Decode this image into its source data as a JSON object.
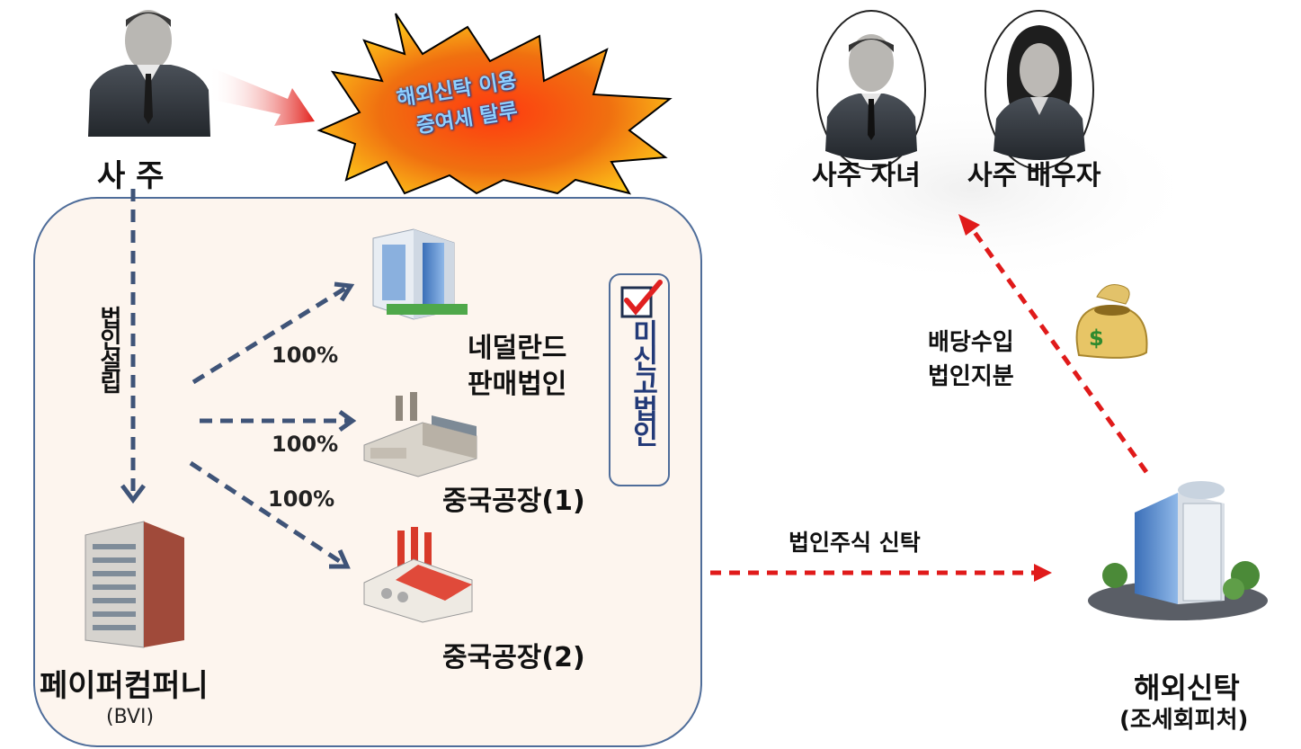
{
  "owner": {
    "label": "사  주"
  },
  "burst": {
    "line1": "해외신탁 이용",
    "line2": "증여세 탈루",
    "fill": "#e8201c"
  },
  "children": {
    "label": "사주 자녀"
  },
  "spouse": {
    "label": "사주 배우자"
  },
  "setup_label": "법인설립",
  "subsidiaries": [
    {
      "name_line1": "네덜란드",
      "name_line2": "판매법인",
      "share": "100%"
    },
    {
      "name_line1": "중국공장(1)",
      "name_line2": "",
      "share": "100%"
    },
    {
      "name_line1": "중국공장(2)",
      "name_line2": "",
      "share": "100%"
    }
  ],
  "unreported": {
    "label": "미신고법인"
  },
  "paper_company": {
    "name": "페이퍼컴퍼니",
    "sub": "(BVI)"
  },
  "trust_flow": {
    "label": "법인주식 신탁"
  },
  "dividend": {
    "line1": "배당수입",
    "line2": "법인지분"
  },
  "overseas_trust": {
    "name": "해외신탁",
    "sub": "(조세회피처)"
  },
  "colors": {
    "blue_arrow": "#3f5478",
    "red_arrow": "#e01a1a",
    "box_fill": "#fdf5ee",
    "box_border": "#4f6d9a"
  }
}
